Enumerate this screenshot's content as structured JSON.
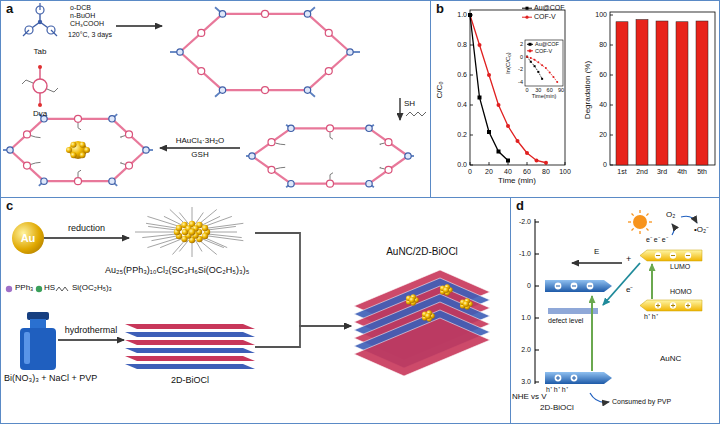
{
  "diagram": {
    "nodes": [
      {
        "text": [
          "a"
        ]
      },
      {
        "text": [
          "b"
        ]
      },
      {
        "text": [
          "c"
        ]
      },
      {
        "text": [
          "d"
        ]
      },
      {
        "text": [
          "Au"
        ],
        "in": 2
      },
      {
        "text": [
          "Au₂₅(PPh₃)₁₀Cl₂(SC₃H₆Si(OC₂H₅)₃)₅"
        ],
        "in": 2
      },
      {
        "text": [
          "Bi(NO₃)₃ + NaCl + PVP"
        ],
        "in": 2
      },
      {
        "text": [
          "2D-BiOCl"
        ],
        "in": 2
      },
      {
        "text": [
          "AuNC/2D-BiOCl"
        ],
        "in": 2
      }
    ],
    "edges": [
      {
        "from": 4,
        "to": 5,
        "arrow": "to",
        "label": "reduction"
      },
      {
        "from": 6,
        "to": 7,
        "arrow": "to",
        "label": "hydrothermal"
      },
      {
        "from": 5,
        "to": 8,
        "arrow": "to"
      },
      {
        "from": 7,
        "to": 8,
        "arrow": "to"
      }
    ],
    "labels": [
      "Tab",
      "Dva",
      "o-DCB",
      "n-BuOH",
      "CH₃COOH",
      "120°C, 3 days",
      "HAuCl₄·3H₂O",
      "GSH",
      "SH",
      "0",
      "20",
      "40",
      "60",
      "80",
      "100",
      "0.0",
      "0.2",
      "0.4",
      "0.6",
      "0.8",
      "1.0",
      "C/C₀",
      "Time (min)",
      "2",
      "0",
      "-2",
      "-4",
      "0",
      "30",
      "60",
      "90",
      "ln(C/C₀)",
      "Time(min)",
      "0",
      "20",
      "40",
      "60",
      "80",
      "100",
      "1st",
      "2nd",
      "3rd",
      "4th",
      "5th",
      "Degradation (%)",
      "PPh₃",
      "HS",
      "Si(OC₂H₅)₃",
      "-2.0",
      "-1.0",
      "0",
      "1.0",
      "2.0",
      "3.0",
      "NHE vs V",
      "O₂",
      "•O₂⁻",
      "E",
      "+",
      "e⁻",
      "e⁻ e⁻ e⁻",
      "LUMO",
      "HOMO",
      "h⁺ h⁺",
      "AuNC",
      "defect level",
      "h⁺ h⁺ h⁺",
      "2D-BiOCl",
      "Consumed by PVP"
    ],
    "legend": [
      {
        "text": "Au@COF"
      },
      {
        "text": "COF-V"
      },
      {
        "text": "Au@COF"
      },
      {
        "text": "COF-V"
      }
    ]
  }
}
